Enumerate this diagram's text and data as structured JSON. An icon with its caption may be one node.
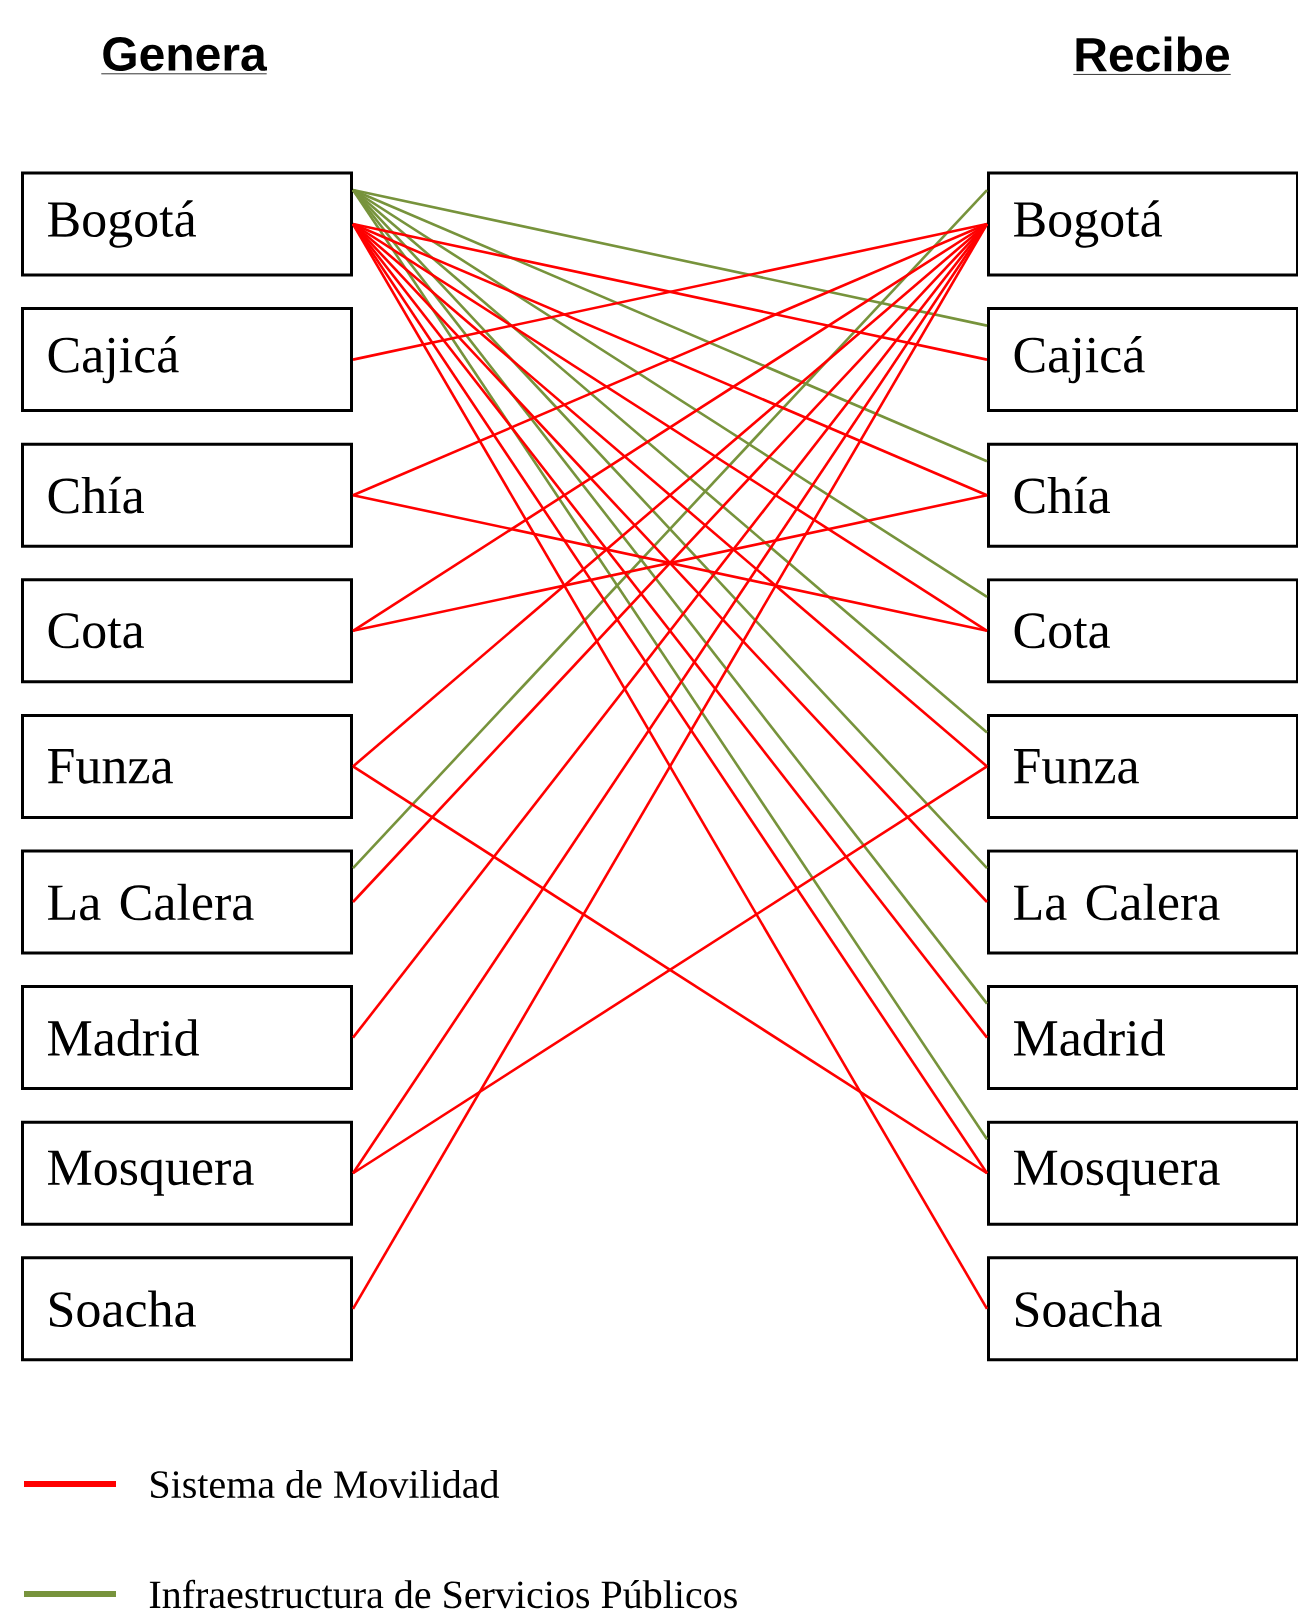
{
  "diagram": {
    "nodes": [
      {
        "text": [
          "Bogotá"
        ]
      },
      {
        "text": [
          "Cajicá"
        ]
      },
      {
        "text": [
          "Chía"
        ]
      },
      {
        "text": [
          "Cota"
        ]
      },
      {
        "text": [
          "Funza"
        ]
      },
      {
        "text": [
          "La Calera"
        ]
      },
      {
        "text": [
          "Madrid"
        ]
      },
      {
        "text": [
          "Mosquera"
        ]
      },
      {
        "text": [
          "Soacha"
        ]
      },
      {
        "text": [
          "Bogotá"
        ]
      },
      {
        "text": [
          "Cajicá"
        ]
      },
      {
        "text": [
          "Chía"
        ]
      },
      {
        "text": [
          "Cota"
        ]
      },
      {
        "text": [
          "Funza"
        ]
      },
      {
        "text": [
          "La Calera"
        ]
      },
      {
        "text": [
          "Madrid"
        ]
      },
      {
        "text": [
          "Mosquera"
        ]
      },
      {
        "text": [
          "Soacha"
        ]
      }
    ],
    "edges": [
      {
        "from": 0,
        "to": 10,
        "arrow": "none",
        "color": "#77933c"
      },
      {
        "from": 0,
        "to": 11,
        "arrow": "none",
        "color": "#77933c"
      },
      {
        "from": 0,
        "to": 12,
        "arrow": "none",
        "color": "#77933c"
      },
      {
        "from": 0,
        "to": 13,
        "arrow": "none",
        "color": "#77933c"
      },
      {
        "from": 0,
        "to": 14,
        "arrow": "none",
        "color": "#77933c"
      },
      {
        "from": 0,
        "to": 15,
        "arrow": "none",
        "color": "#77933c"
      },
      {
        "from": 0,
        "to": 16,
        "arrow": "none",
        "color": "#77933c"
      },
      {
        "from": 5,
        "to": 9,
        "arrow": "none",
        "color": "#77933c"
      },
      {
        "from": 0,
        "to": 10,
        "arrow": "none"
      },
      {
        "from": 0,
        "to": 11,
        "arrow": "none"
      },
      {
        "from": 0,
        "to": 12,
        "arrow": "none"
      },
      {
        "from": 0,
        "to": 13,
        "arrow": "none"
      },
      {
        "from": 0,
        "to": 14,
        "arrow": "none"
      },
      {
        "from": 0,
        "to": 15,
        "arrow": "none"
      },
      {
        "from": 0,
        "to": 16,
        "arrow": "none"
      },
      {
        "from": 0,
        "to": 17,
        "arrow": "none"
      },
      {
        "from": 1,
        "to": 9,
        "arrow": "none"
      },
      {
        "from": 2,
        "to": 9,
        "arrow": "none"
      },
      {
        "from": 2,
        "to": 12,
        "arrow": "none"
      },
      {
        "from": 3,
        "to": 9,
        "arrow": "none"
      },
      {
        "from": 3,
        "to": 11,
        "arrow": "none"
      },
      {
        "from": 4,
        "to": 9,
        "arrow": "none"
      },
      {
        "from": 4,
        "to": 16,
        "arrow": "none"
      },
      {
        "from": 5,
        "to": 9,
        "arrow": "none"
      },
      {
        "from": 6,
        "to": 9,
        "arrow": "none"
      },
      {
        "from": 7,
        "to": 9,
        "arrow": "none"
      },
      {
        "from": 7,
        "to": 13,
        "arrow": "none"
      },
      {
        "from": 8,
        "to": 9,
        "arrow": "none"
      }
    ],
    "labels": [
      "Genera",
      "Recibe"
    ],
    "legend": [
      {
        "text": "Sistema de Movilidad"
      },
      {
        "text": "Infraestructura de Servicios Públicos"
      }
    ]
  }
}
